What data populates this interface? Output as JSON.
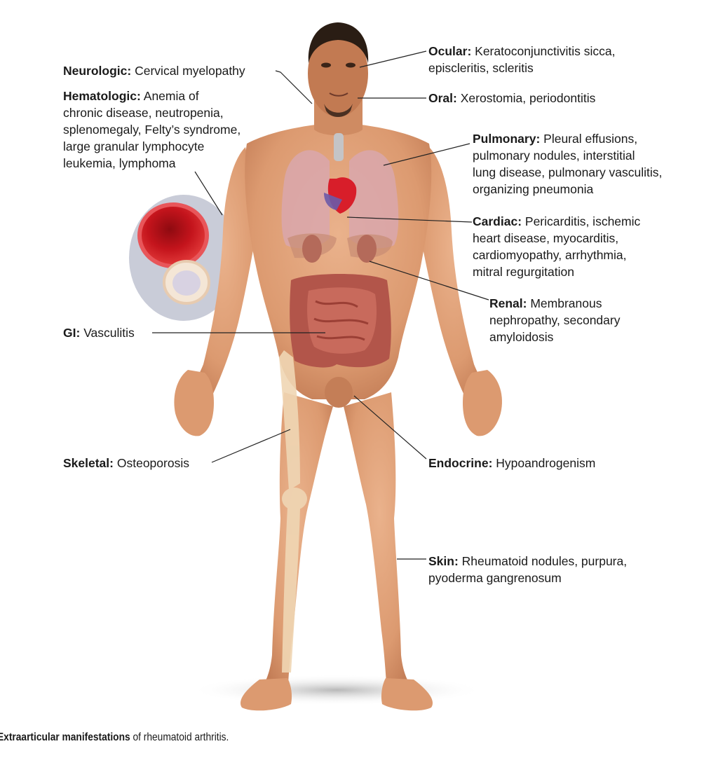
{
  "labels": {
    "neurologic": {
      "term": "Neurologic:",
      "desc": "Cervical myelopathy"
    },
    "hematologic": {
      "term": "Hematologic:",
      "lines": [
        "Anemia of",
        "chronic disease, neutropenia,",
        "splenomegaly, Felty’s syndrome,",
        "large granular lymphocyte",
        "leukemia, lymphoma"
      ]
    },
    "gi": {
      "term": "GI:",
      "desc": "Vasculitis"
    },
    "skeletal": {
      "term": "Skeletal:",
      "desc": "Osteoporosis"
    },
    "ocular": {
      "term": "Ocular:",
      "lines": [
        "Keratoconjunctivitis sicca,",
        "episcleritis, scleritis"
      ]
    },
    "oral": {
      "term": "Oral:",
      "desc": "Xerostomia, periodontitis"
    },
    "pulmonary": {
      "term": "Pulmonary:",
      "lines": [
        "Pleural effusions,",
        "pulmonary nodules, interstitial",
        "lung disease, pulmonary vasculitis,",
        "organizing pneumonia"
      ]
    },
    "cardiac": {
      "term": "Cardiac:",
      "lines": [
        "Pericarditis, ischemic",
        "heart disease, myocarditis,",
        "cardiomyopathy, arrhythmia,",
        "mitral regurgitation"
      ]
    },
    "renal": {
      "term": "Renal:",
      "lines": [
        "Membranous",
        "nephropathy, secondary",
        "amyloidosis"
      ]
    },
    "endocrine": {
      "term": "Endocrine:",
      "desc": "Hypoandrogenism"
    },
    "skin": {
      "term": "Skin:",
      "lines": [
        "Rheumatoid nodules, purpura,",
        "pyoderma gangrenosum"
      ]
    }
  },
  "caption": {
    "bold": "Extraarticular manifestations",
    "rest": " of rheumatoid arthritis."
  },
  "colors": {
    "skin": "#e3a27a",
    "skin_shadow": "#c98058",
    "lung": "#d7a3a8",
    "heart": "#d81e2a",
    "intestine": "#b2554a",
    "kidney": "#b46a5a",
    "bone": "#f0d6b4",
    "rbc": "#cc1520",
    "leader": "#222222"
  }
}
